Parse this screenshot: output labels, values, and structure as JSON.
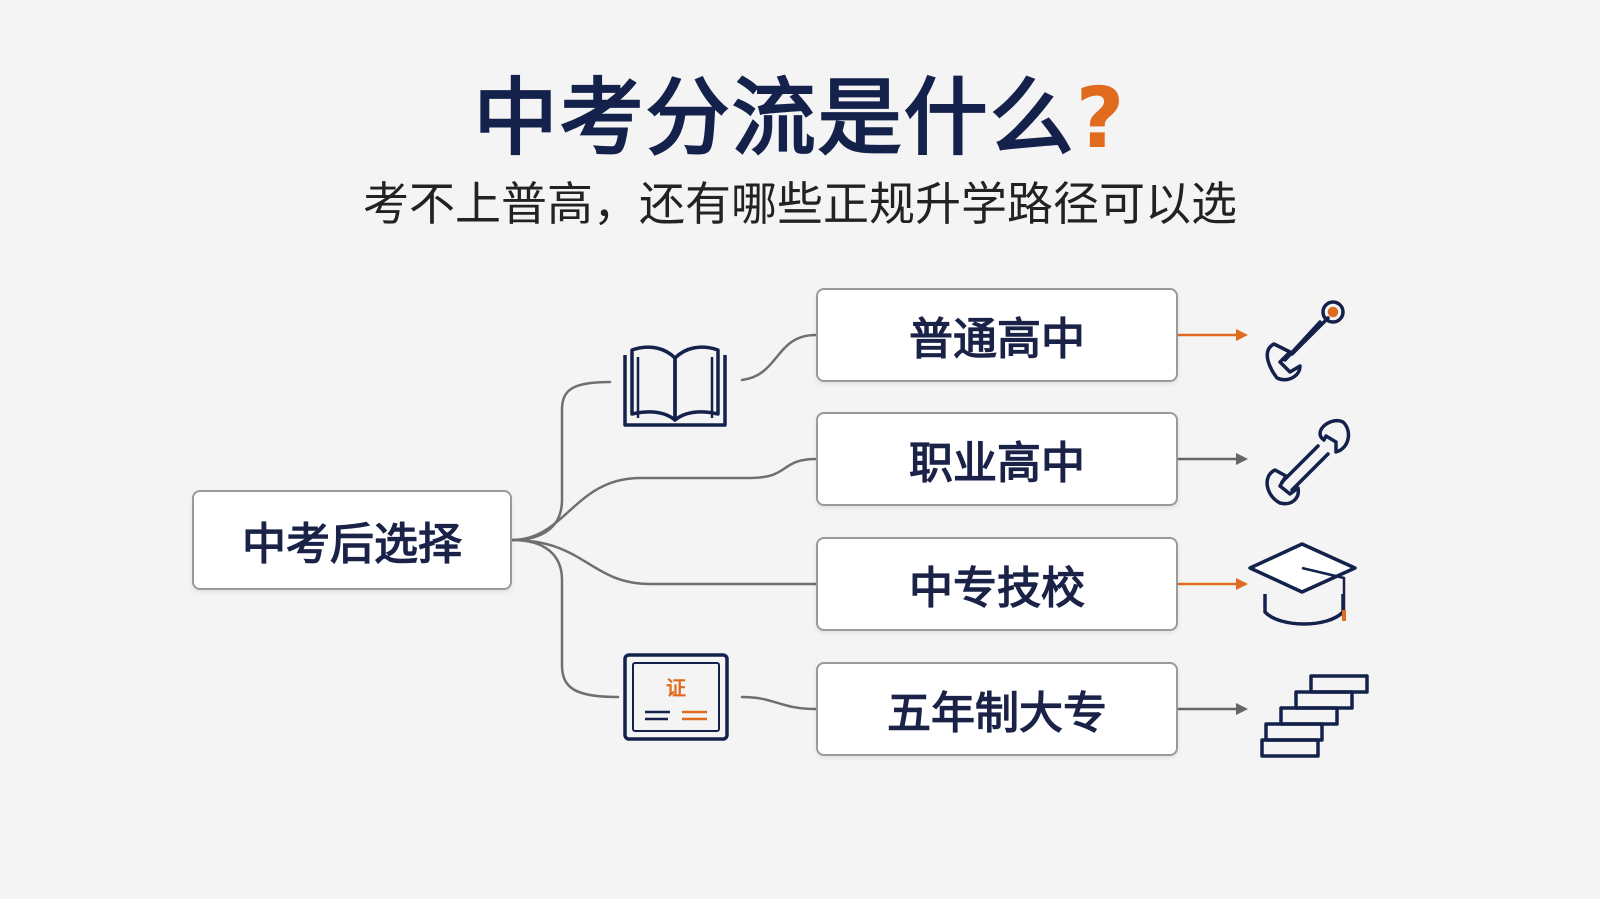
{
  "title": {
    "main": "中考分流是什么",
    "mark": "?"
  },
  "subtitle": "考不上普高，还有哪些正规升学路径可以选",
  "root": {
    "label": "中考后选择"
  },
  "options": [
    {
      "label": "普通高中",
      "arrow_color": "#e06a1e",
      "icon": "wrench-icon"
    },
    {
      "label": "职业高中",
      "arrow_color": "#666666",
      "icon": "wrench-icon"
    },
    {
      "label": "中专技校",
      "arrow_color": "#e06a1e",
      "icon": "graduation-cap-icon"
    },
    {
      "label": "五年制大专",
      "arrow_color": "#666666",
      "icon": "stairs-icon"
    }
  ],
  "branch_icons": {
    "top": "open-book-icon",
    "bottom": {
      "icon": "certificate-icon",
      "text": "证"
    }
  },
  "colors": {
    "navy": "#14214b",
    "accent": "#e06a1e",
    "line": "#6f6f6f"
  }
}
